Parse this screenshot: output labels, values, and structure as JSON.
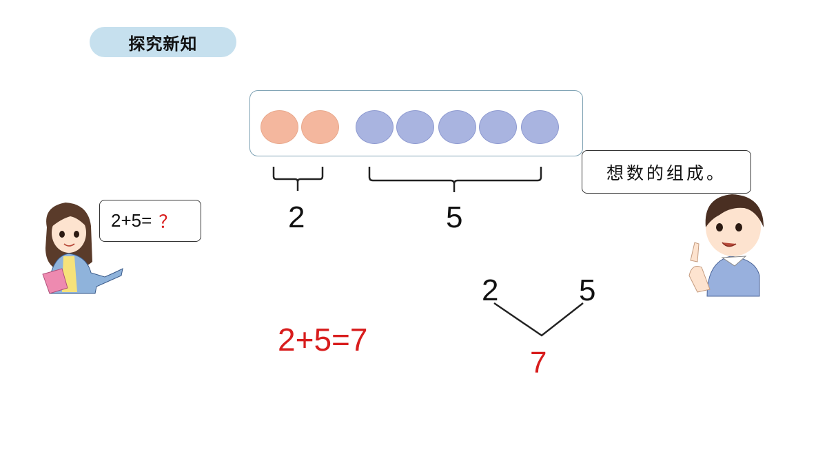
{
  "section_title": "探究新知",
  "counters": {
    "orange_count": 2,
    "blue_count": 5,
    "orange_color": "#f4b79e",
    "blue_color": "#a9b4e0"
  },
  "brace_labels": {
    "left": "2",
    "right": "5"
  },
  "girl_bubble": {
    "equation": "2+5=",
    "question": "？"
  },
  "boy_bubble": {
    "text": "想数的组成。"
  },
  "answer_equation": "2+5=7",
  "composition": {
    "left": "2",
    "right": "5",
    "whole": "7"
  },
  "accent_color": "#d81d1d"
}
